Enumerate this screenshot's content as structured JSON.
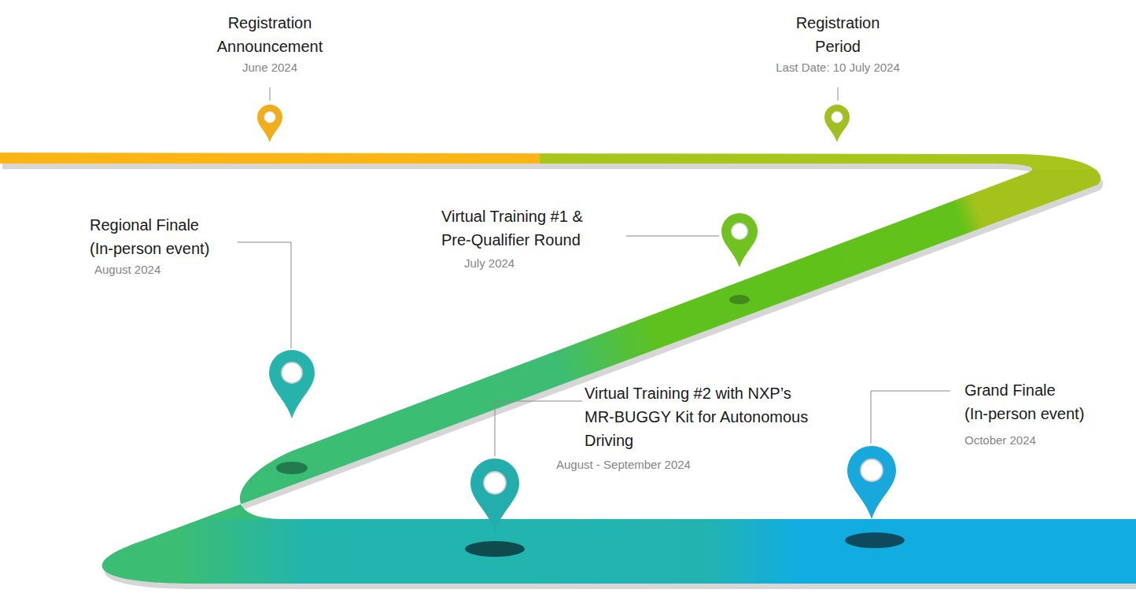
{
  "diagram": {
    "nodes": [
      {
        "text": [
          "Registration Announcement",
          "June 2024"
        ]
      },
      {
        "text": [
          "Registration Period",
          "Last Date: 10 July 2024"
        ]
      },
      {
        "text": [
          "Virtual Training #1 & Pre-Qualifier Round",
          "July 2024"
        ]
      },
      {
        "text": [
          "Regional Finale (In-person event)",
          "August 2024"
        ]
      },
      {
        "text": [
          "Virtual Training #2 with NXP’s MR-BUGGY Kit for Autonomous Driving",
          "August - September 2024"
        ]
      },
      {
        "text": [
          "Grand Finale (In-person event)",
          "October 2024"
        ]
      }
    ]
  }
}
